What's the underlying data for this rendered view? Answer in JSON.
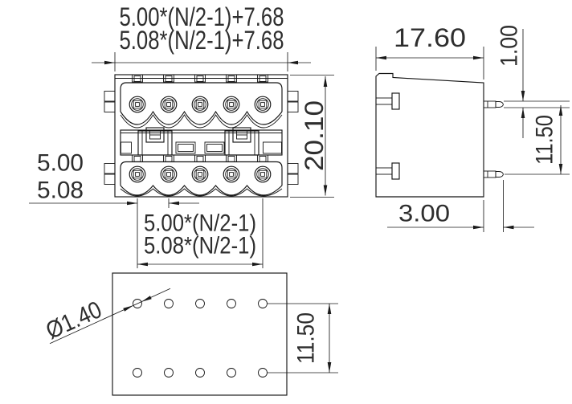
{
  "drawing": {
    "type": "technical-drawing",
    "line_color": "#141414",
    "background": "#ffffff",
    "front_view": {
      "width_formula_5_00": "5.00*(N/2-1)+7.68",
      "width_formula_5_08": "5.08*(N/2-1)+7.68",
      "overall_height": "20.10",
      "pitch_5_00": "5.00",
      "pitch_5_08": "5.08",
      "row_span_5_00": "5.00*(N/2-1)",
      "row_span_5_08": "5.08*(N/2-1)",
      "terminals_per_row": 5,
      "rows": 2
    },
    "side_view": {
      "body_depth": "17.60",
      "pin_thickness": "1.00",
      "pin_row_spacing": "11.50",
      "pin_tip_offset": "3.00"
    },
    "bottom_view": {
      "hole_diameter": "Ø1.40",
      "hole_row_spacing": "11.50",
      "holes_per_row": 5
    }
  }
}
